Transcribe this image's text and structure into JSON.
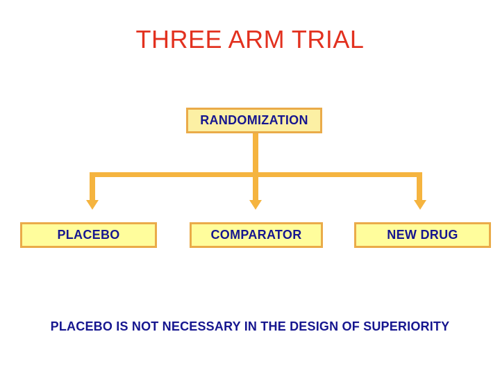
{
  "slide": {
    "title": "THREE ARM TRIAL",
    "footer": "PLACEBO IS NOT NECESSARY IN THE DESIGN OF SUPERIORITY",
    "diagram": {
      "root": {
        "label": "RANDOMIZATION"
      },
      "arms": [
        {
          "label": "PLACEBO"
        },
        {
          "label": "COMPARATOR"
        },
        {
          "label": "NEW DRUG"
        }
      ]
    }
  },
  "colors": {
    "title_red": "#e2311f",
    "text_navy": "#16168f",
    "box_fill_root": "#fcf0a4",
    "box_fill_arm": "#fffd9c",
    "box_border": "#eaab49",
    "connector": "#f5b43f",
    "background": "#ffffff"
  }
}
